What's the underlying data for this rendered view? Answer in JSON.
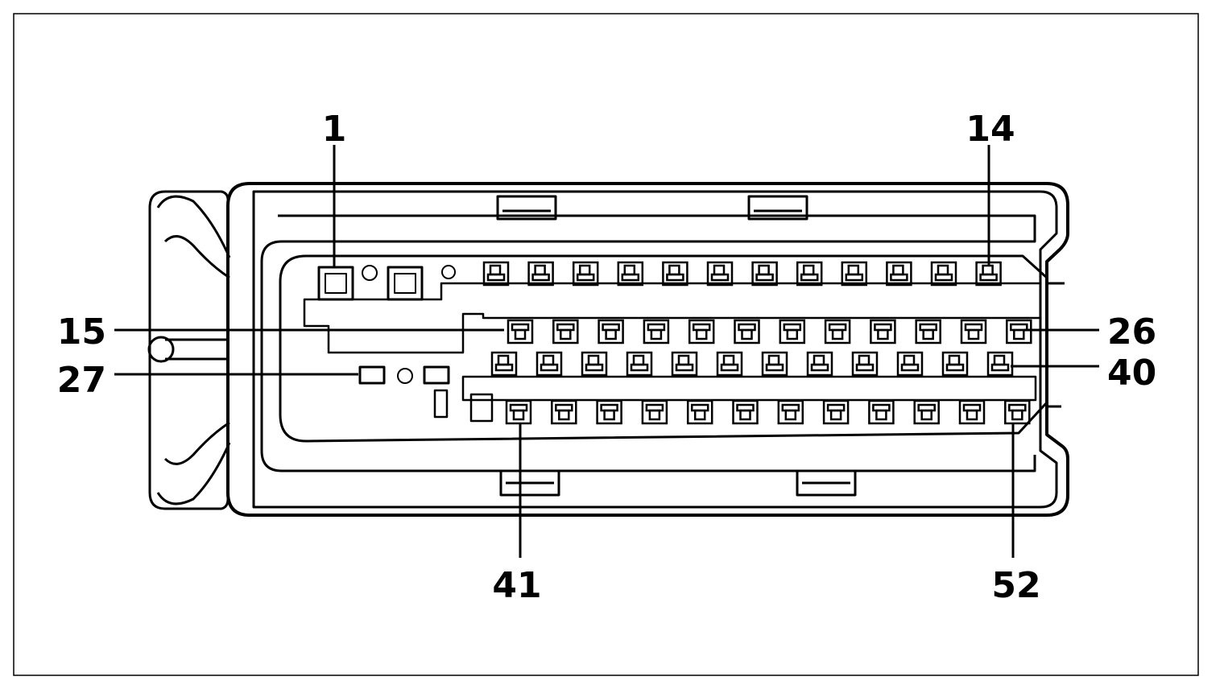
{
  "diagram": {
    "labels": {
      "pin_1": "1",
      "pin_14": "14",
      "pin_15": "15",
      "pin_26": "26",
      "pin_27": "27",
      "pin_40": "40",
      "pin_41": "41",
      "pin_52": "52"
    },
    "rows": [
      {
        "name": "row-1-14",
        "count": 12
      },
      {
        "name": "row-15-26",
        "count": 12
      },
      {
        "name": "row-27-40",
        "count": 12
      },
      {
        "name": "row-41-52",
        "count": 12
      }
    ],
    "colors": {
      "line": "#000000",
      "background": "#ffffff"
    }
  }
}
